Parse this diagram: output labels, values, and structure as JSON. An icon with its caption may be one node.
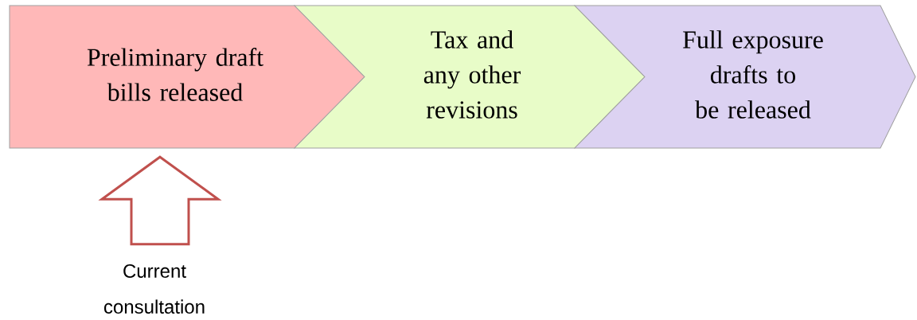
{
  "diagram": {
    "nodes": [
      {
        "text": [
          "Preliminary draft bills released"
        ]
      },
      {
        "text": [
          "Tax and any other revisions"
        ]
      },
      {
        "text": [
          "Full exposure drafts to be released"
        ]
      },
      {
        "text": [
          "Current consultation"
        ]
      }
    ],
    "edges": [
      {
        "from": 3,
        "to": 0,
        "arrow": "to",
        "style": "thick",
        "color": "#c0504d"
      }
    ]
  }
}
